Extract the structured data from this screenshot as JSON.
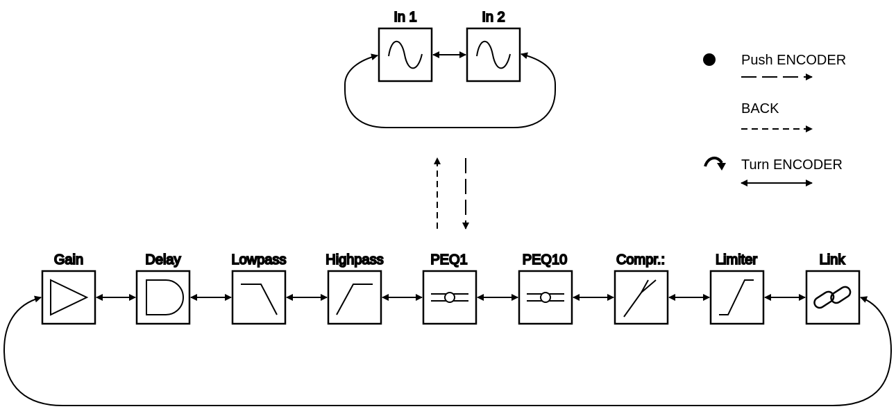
{
  "inputs": [
    {
      "label": "In 1",
      "icon": "sine-wave-icon"
    },
    {
      "label": "In 2",
      "icon": "sine-wave-icon"
    }
  ],
  "modules": [
    {
      "label": "Gain",
      "icon": "triangle-gain-icon"
    },
    {
      "label": "Delay",
      "icon": "delay-d-icon"
    },
    {
      "label": "Lowpass",
      "icon": "lowpass-filter-icon"
    },
    {
      "label": "Highpass",
      "icon": "highpass-filter-icon"
    },
    {
      "label": "PEQ1",
      "icon": "parametric-eq-icon"
    },
    {
      "label": "PEQ10",
      "icon": "parametric-eq-icon"
    },
    {
      "label": "Compr.:",
      "icon": "compressor-curve-icon"
    },
    {
      "label": "Limiter",
      "icon": "limiter-curve-icon"
    },
    {
      "label": "Link",
      "icon": "chain-link-icon"
    }
  ],
  "legend": {
    "push": "Push ENCODER",
    "back": "BACK",
    "turn": "Turn ENCODER"
  }
}
